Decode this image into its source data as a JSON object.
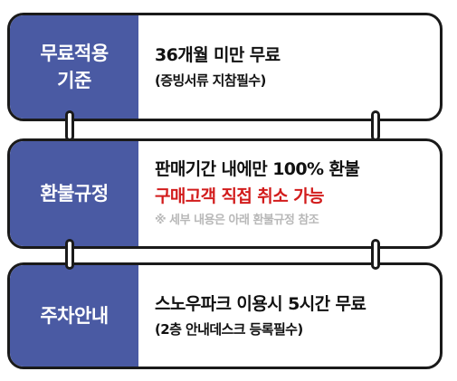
{
  "rows": [
    {
      "label": "무료적용\n기준",
      "lines": [
        "36개월 미만 무료",
        "(증빙서류 지참필수)"
      ]
    },
    {
      "label": "환불규정",
      "lines": [
        "판매기간 내에만 100% 환불",
        "구매고객 직접 취소 가능",
        "※ 세부 내용은 아래 환불규정 참조"
      ]
    },
    {
      "label": "주차안내",
      "lines": [
        "스노우파크 이용시 5시간 무료",
        "(2층 안내데스크 등록필수)"
      ]
    }
  ],
  "colors": {
    "label_bg": "#4a5aa3",
    "border": "#1a1a1a",
    "highlight_red": "#d21c1c",
    "note_gray": "#b8b8b8"
  }
}
